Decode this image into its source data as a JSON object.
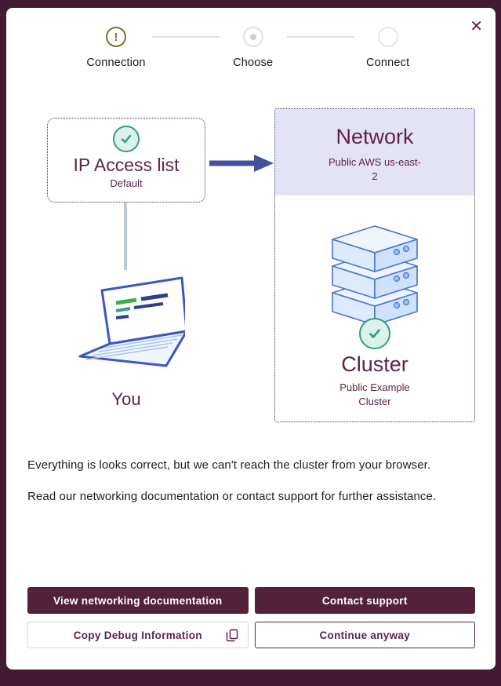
{
  "modal": {
    "close_icon": "✕"
  },
  "stepper": {
    "steps": [
      {
        "label": "Connection",
        "state": "warning",
        "icon": "!"
      },
      {
        "label": "Choose",
        "state": "current"
      },
      {
        "label": "Connect",
        "state": "upcoming"
      }
    ]
  },
  "diagram": {
    "ip_access_list": {
      "title": "IP Access list",
      "subtitle": "Default"
    },
    "you_label": "You",
    "network": {
      "title": "Network",
      "subtitle": "Public AWS us-east-2"
    },
    "cluster": {
      "title": "Cluster",
      "subtitle": "Public Example Cluster"
    }
  },
  "messages": [
    "Everything is looks correct, but we can't reach the cluster from your browser.",
    "Read our networking documentation or contact support for further assistance."
  ],
  "buttons": {
    "view_docs": "View networking documentation",
    "contact_support": "Contact support",
    "copy_debug": "Copy Debug Information",
    "continue": "Continue anyway"
  },
  "colors": {
    "maroon": "#512239",
    "maroon_text": "#5c2448",
    "teal": "#2f9e85",
    "teal_fill": "#def2ec",
    "warning_gold": "#857026",
    "arrow_blue": "#3f529b",
    "illustration_blue": "#3c57c0",
    "lavender": "#e4e3f5",
    "backdrop": "#421a31"
  }
}
